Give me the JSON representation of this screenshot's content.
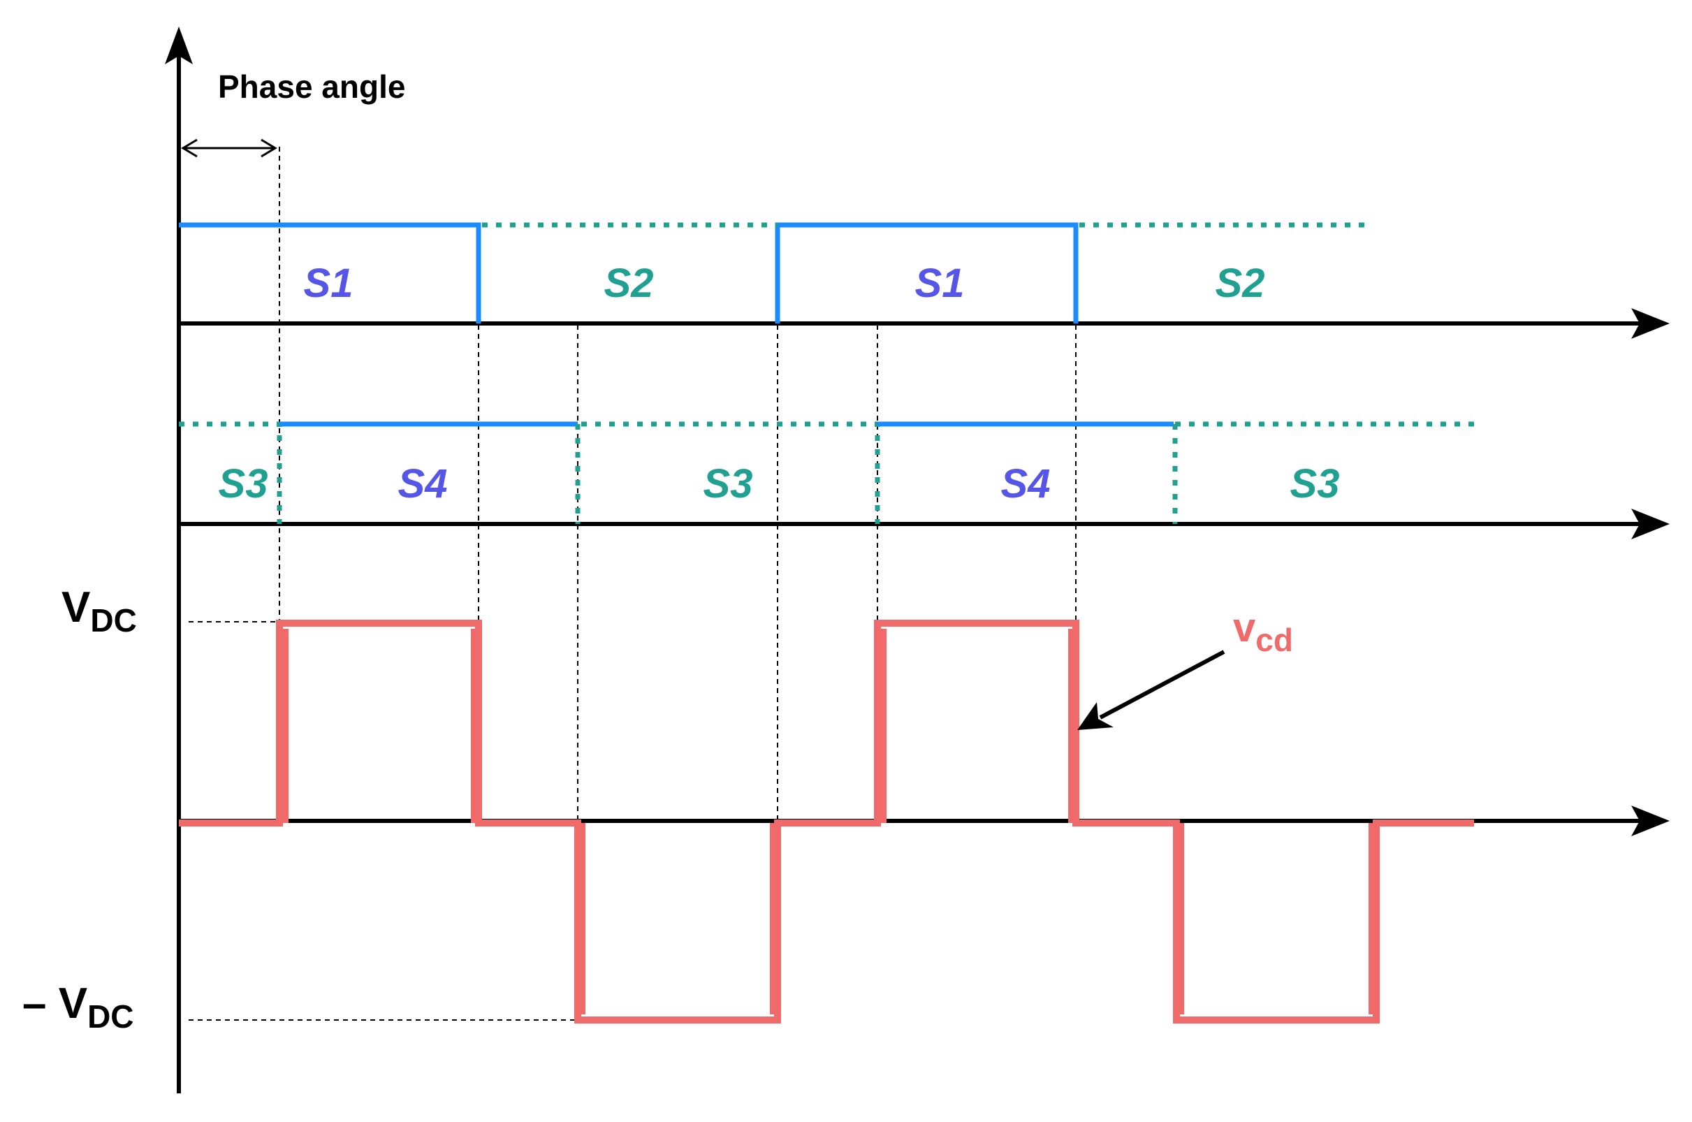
{
  "phase_angle_label": "Phase angle",
  "colors": {
    "on_signal": "#1a8cff",
    "off_signal": "#20a090",
    "on_label": "#5555e8",
    "off_label": "#20a090",
    "vcd": "#f06a6a",
    "axis": "#000000"
  },
  "leg1_labels": [
    "S1",
    "S2",
    "S1",
    "S2"
  ],
  "leg2_labels": [
    "S3",
    "S4",
    "S3",
    "S4",
    "S3"
  ],
  "levels": {
    "positive": {
      "main": "V",
      "sub": "DC"
    },
    "negative": {
      "prefix": "– ",
      "main": "V",
      "sub": "DC"
    }
  },
  "output": {
    "main": "v",
    "sub": "cd"
  }
}
